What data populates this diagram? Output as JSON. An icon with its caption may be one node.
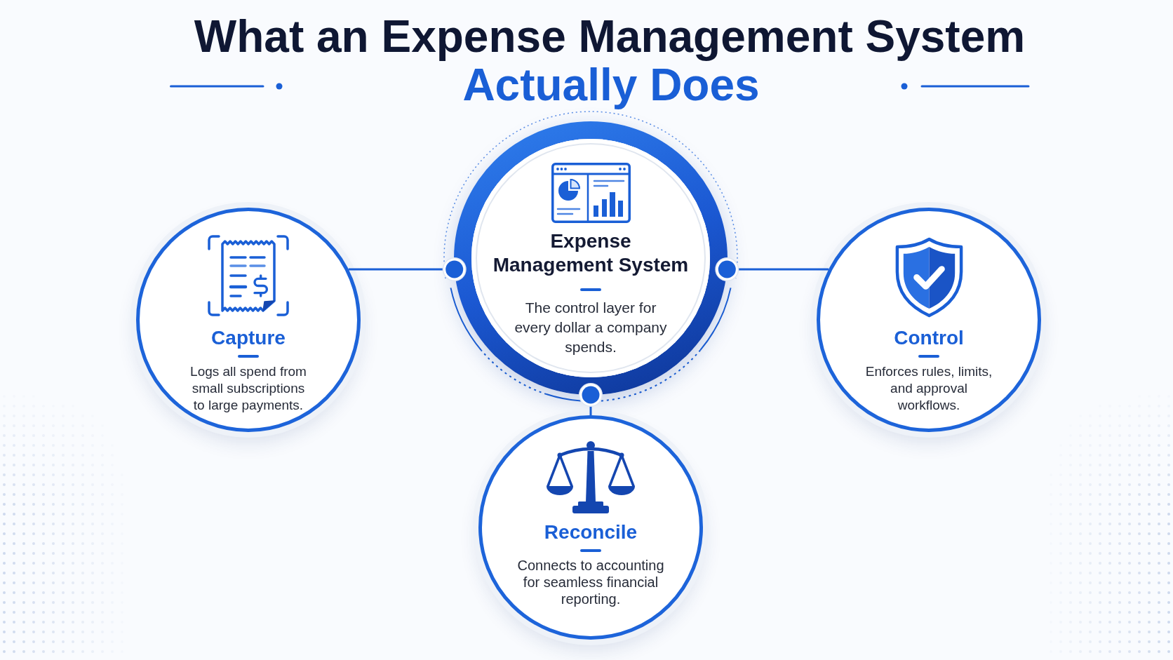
{
  "diagram": {
    "title": "What an Expense Management System Actually Does",
    "nodes": [
      {
        "text": [
          "Expense Management System",
          "The control layer for every dollar a company spends."
        ]
      },
      {
        "text": [
          "Capture",
          "Logs all spend from small subscriptions to large payments."
        ]
      },
      {
        "text": [
          "Control",
          "Enforces rules, limits, and approval workflows."
        ]
      },
      {
        "text": [
          "Reconcile",
          "Connects to accounting for seamless financial reporting."
        ]
      }
    ],
    "edges": [
      {
        "from": 0,
        "to": 1,
        "arrow": "other"
      },
      {
        "from": 0,
        "to": 2,
        "arrow": "other"
      },
      {
        "from": 0,
        "to": 3,
        "arrow": "other"
      }
    ]
  }
}
